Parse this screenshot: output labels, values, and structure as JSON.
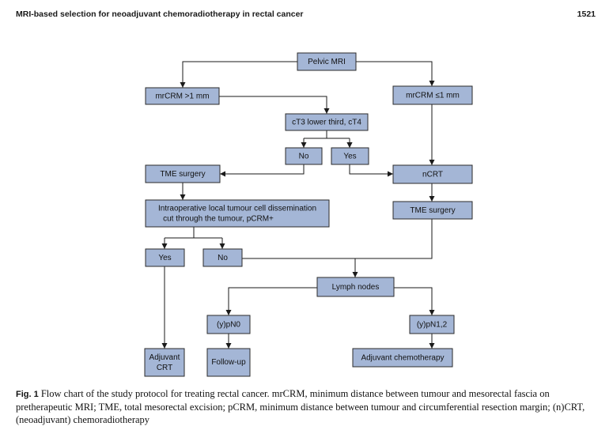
{
  "header": {
    "title": "MRI-based selection for neoadjuvant chemoradiotherapy in rectal cancer",
    "page_number": "1521"
  },
  "flowchart": {
    "pelvic_mri": "Pelvic MRI",
    "mrcrm_gt1": "mrCRM >1 mm",
    "mrcrm_le1": "mrCRM ≤1 mm",
    "ct3_ct4": "cT3 lower third, cT4",
    "no_1": "No",
    "yes_1": "Yes",
    "tme_surgery_1": "TME surgery",
    "ncrt": "nCRT",
    "intraop_line1": "Intraoperative local tumour cell dissemination",
    "intraop_line2": "cut through the tumour, pCRM+",
    "tme_surgery_2": "TME surgery",
    "yes_2": "Yes",
    "no_2": "No",
    "lymph_nodes": "Lymph nodes",
    "ypn0": "(y)pN0",
    "ypn12": "(y)pN1,2",
    "adjuvant_crt_line1": "Adjuvant",
    "adjuvant_crt_line2": "CRT",
    "follow_up": "Follow-up",
    "adjuvant_chemo": "Adjuvant chemotherapy"
  },
  "caption": {
    "label": "Fig. 1",
    "text": "Flow chart of the study protocol for treating rectal cancer. mrCRM, minimum distance between tumour and mesorectal fascia on pretherapeutic MRI; TME, total mesorectal excision; pCRM, minimum distance between tumour and circumferential resection margin; (n)CRT, (neoadjuvant) chemoradiotherapy"
  }
}
